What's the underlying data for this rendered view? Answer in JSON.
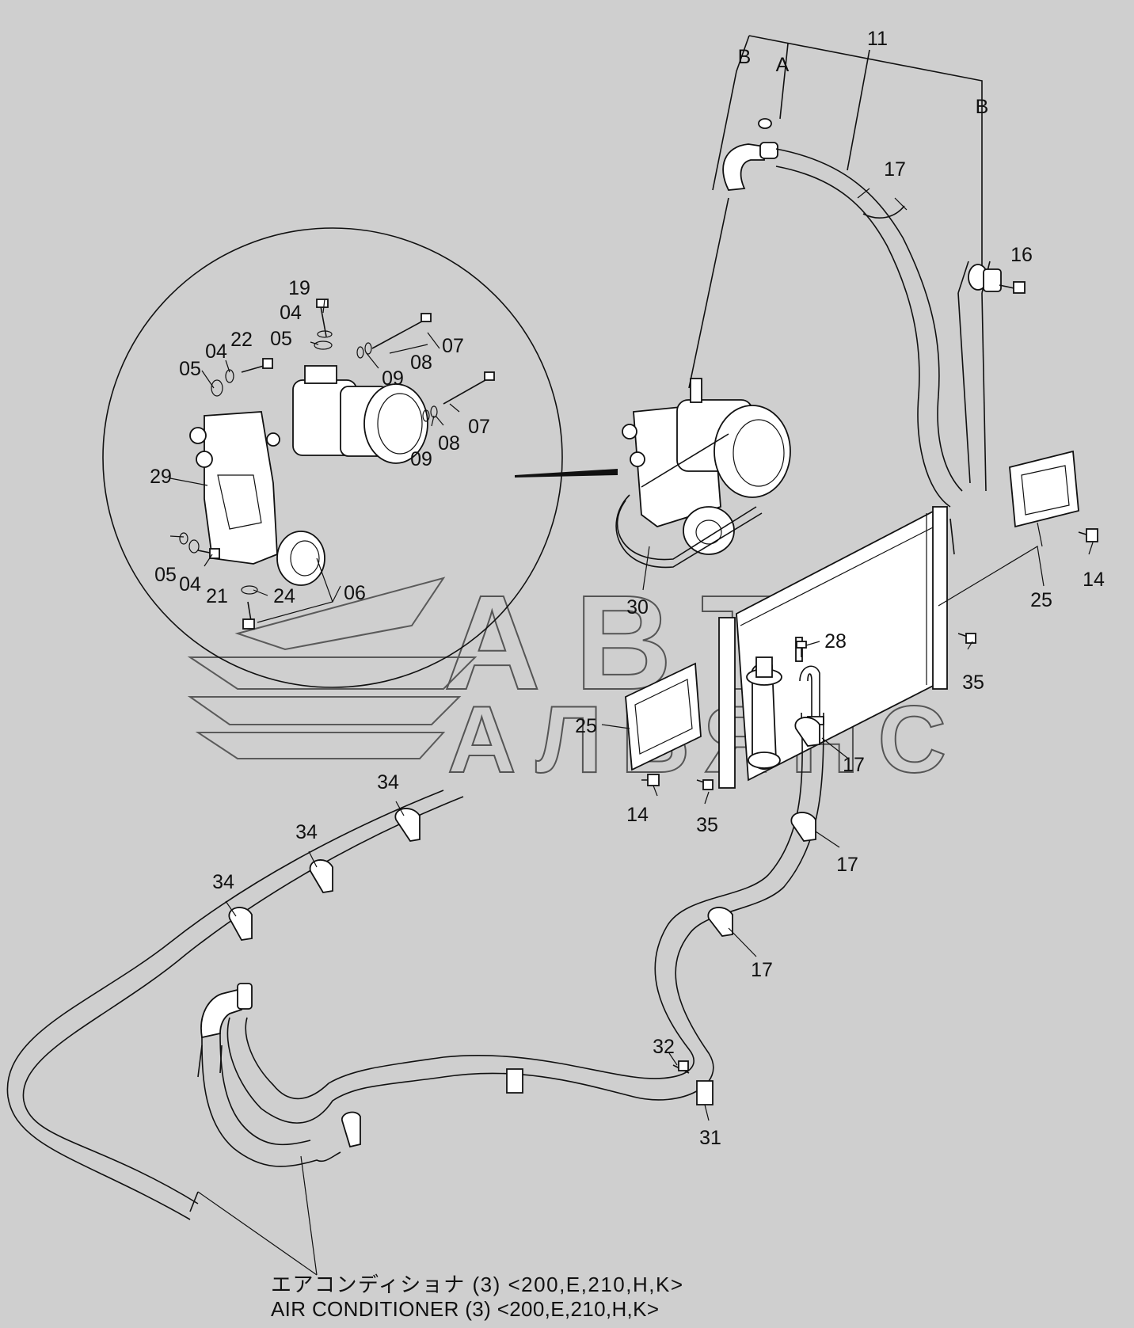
{
  "background": "#cfcfcf",
  "ink": "#111111",
  "watermark": {
    "line1": "АВТО",
    "line2": "АЛЬЯНС"
  },
  "callouts": {
    "B_left": "B",
    "A": "A",
    "B_right": "B",
    "n11": "11",
    "n17_top": "17",
    "n16": "16",
    "n19": "19",
    "n04_a": "04",
    "n05_a": "05",
    "n22": "22",
    "n04_b": "04",
    "n05_b": "05",
    "n07_a": "07",
    "n08_a": "08",
    "n09_a": "09",
    "n09_b": "09",
    "n08_b": "08",
    "n07_b": "07",
    "n29": "29",
    "n05_c": "05",
    "n04_c": "04",
    "n21": "21",
    "n24": "24",
    "n06": "06",
    "n30": "30",
    "n25_right": "25",
    "n14_right": "14",
    "n35_right": "35",
    "n28": "28",
    "n25_left": "25",
    "n14_left": "14",
    "n35_left": "35",
    "n17_a": "17",
    "n17_b": "17",
    "n17_c": "17",
    "n34_a": "34",
    "n34_b": "34",
    "n34_c": "34",
    "n32": "32",
    "n31": "31"
  },
  "caption": {
    "line1": "エアコンディショナ (3) <200,E,210,H,K>",
    "line2": "AIR CONDITIONER (3) <200,E,210,H,K>"
  }
}
